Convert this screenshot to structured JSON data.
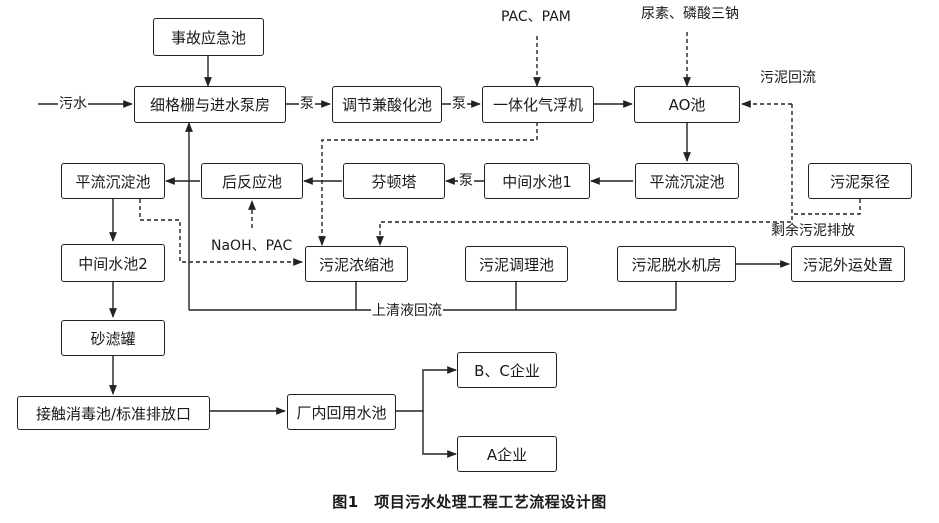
{
  "boxes": {
    "emergency_pool": "事故应急池",
    "fine_screen": "细格栅与进水泵房",
    "equalization": "调节兼酸化池",
    "flotation": "一体化气浮机",
    "ao_pool": "AO池",
    "settling_right": "平流沉淀池",
    "intermediate1": "中间水池1",
    "fenton": "芬顿塔",
    "post_reaction": "后反应池",
    "settling_left": "平流沉淀池",
    "intermediate2": "中间水池2",
    "sand_filter": "砂滤罐",
    "contact_disinfection": "接触消毒池/标准排放口",
    "reuse_pool": "厂内回用水池",
    "bc_enterprise": "B、C企业",
    "a_enterprise": "A企业",
    "sludge_thickener": "污泥浓缩池",
    "sludge_conditioning": "污泥调理池",
    "sludge_dewatering": "污泥脱水机房",
    "sludge_disposal": "污泥外运处置",
    "sludge_pump": "污泥泵径"
  },
  "labels": {
    "wastewater": "污水",
    "pump1": "泵",
    "pump2": "泵",
    "pump3": "泵",
    "pac_pam": "PAC、PAM",
    "urea": "尿素、磷酸三钠",
    "sludge_return": "污泥回流",
    "naoh_pac": "NaOH、PAC",
    "excess_sludge": "剩余污泥排放",
    "supernatant_return": "上清液回流"
  },
  "caption": "图1　项目污水处理工程工艺流程设计图"
}
